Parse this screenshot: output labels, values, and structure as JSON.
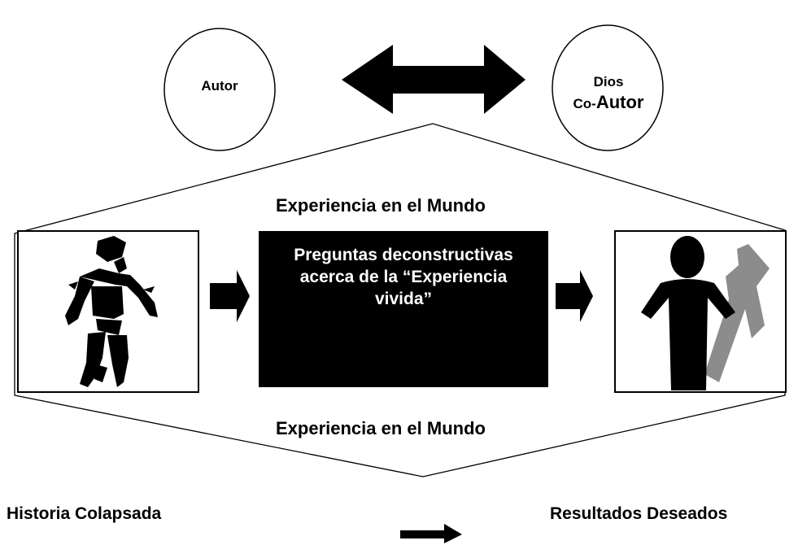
{
  "author_circle": {
    "label": "Autor"
  },
  "god_circle": {
    "line1": "Dios",
    "line2_prefix": "Co-",
    "line2_main": "Autor"
  },
  "experience_top": "Experiencia en el Mundo",
  "experience_bottom": "Experiencia en el Mundo",
  "center_box": {
    "line1": "Preguntas deconstructivas",
    "line2": "acerca de la “Experiencia",
    "line3": "vivida”"
  },
  "bottom_left_label": "Historia Colapsada",
  "bottom_right_label": "Resultados Deseados",
  "icons": {
    "left_image": "shattered-person-icon",
    "right_image": "person-with-cross-icon",
    "double_arrow": "double-arrow-icon",
    "right_arrows": "arrow-right-icon"
  },
  "colors": {
    "ink": "#000000",
    "cross_shadow": "#8c8c8c",
    "box_text": "#ffffff"
  }
}
